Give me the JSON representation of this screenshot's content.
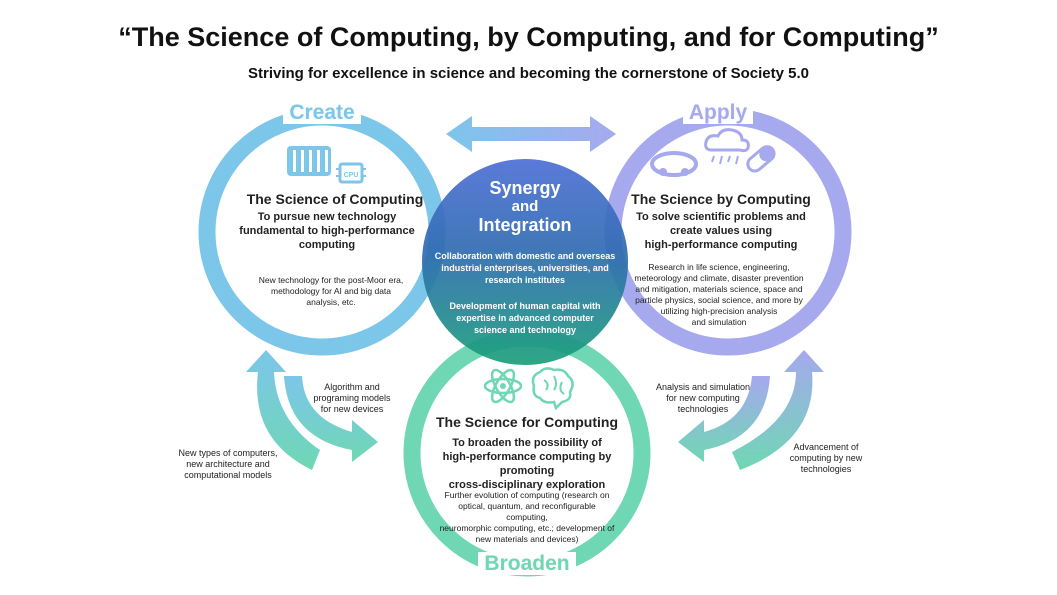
{
  "title": "“The Science of Computing, by Computing, and for Computing”",
  "subtitle": "Striving for excellence in science and becoming the cornerstone of Society 5.0",
  "create": {
    "label": "Create",
    "heading": "The Science of Computing",
    "sub1": "To pursue new technology",
    "sub2": "fundamental to high-performance",
    "sub3": "computing",
    "small1": "New technology for the post-Moor era,",
    "small2": "methodology for AI and big data",
    "small3": "analysis, etc.",
    "color": "#7cc6ea"
  },
  "apply": {
    "label": "Apply",
    "heading": "The Science by Computing",
    "sub1": "To solve scientific problems and",
    "sub2": "create values using",
    "sub3": "high-performance computing",
    "small1": "Research in life science, engineering,",
    "small2": "meteorology and climate, disaster prevention",
    "small3": "and mitigation, materials science, space and",
    "small4": "particle physics, social science, and more by",
    "small5": "utilizing high-precision analysis",
    "small6": "and simulation",
    "color": "#a6a9ee"
  },
  "broaden": {
    "label": "Broaden",
    "heading": "The Science for Computing",
    "sub1": "To broaden the possibility of",
    "sub2": "high-performance computing by promoting",
    "sub3": "cross-disciplinary exploration",
    "small1": "Further evolution of computing (research on",
    "small2": "optical, quantum, and reconfigurable computing,",
    "small3": "neuromorphic computing, etc.; development of",
    "small4": "new materials and devices)",
    "color": "#6fd7b4"
  },
  "center": {
    "title1": "Synergy",
    "title2": "and",
    "title3": "Integration",
    "text1a": "Collaboration with domestic and overseas",
    "text1b": "industrial enterprises, universities, and",
    "text1c": "research institutes",
    "text2a": "Development of human capital with",
    "text2b": "expertise in advanced computer",
    "text2c": "science and technology"
  },
  "side": {
    "alg1": "Algorithm and",
    "alg2": "programing models",
    "alg3": "for new devices",
    "newtypes1": "New types of computers,",
    "newtypes2": "new architecture and",
    "newtypes3": "computational models",
    "analysis1": "Analysis and simulation",
    "analysis2": "for new computing",
    "analysis3": "technologies",
    "adv1": "Advancement of",
    "adv2": "computing by new",
    "adv3": "technologies"
  },
  "icons": {
    "create": [
      "server-icon",
      "cpu-chip-icon"
    ],
    "apply": [
      "car-icon",
      "rain-cloud-icon",
      "capsule-icon"
    ],
    "broaden": [
      "atom-icon",
      "brain-icon"
    ]
  }
}
